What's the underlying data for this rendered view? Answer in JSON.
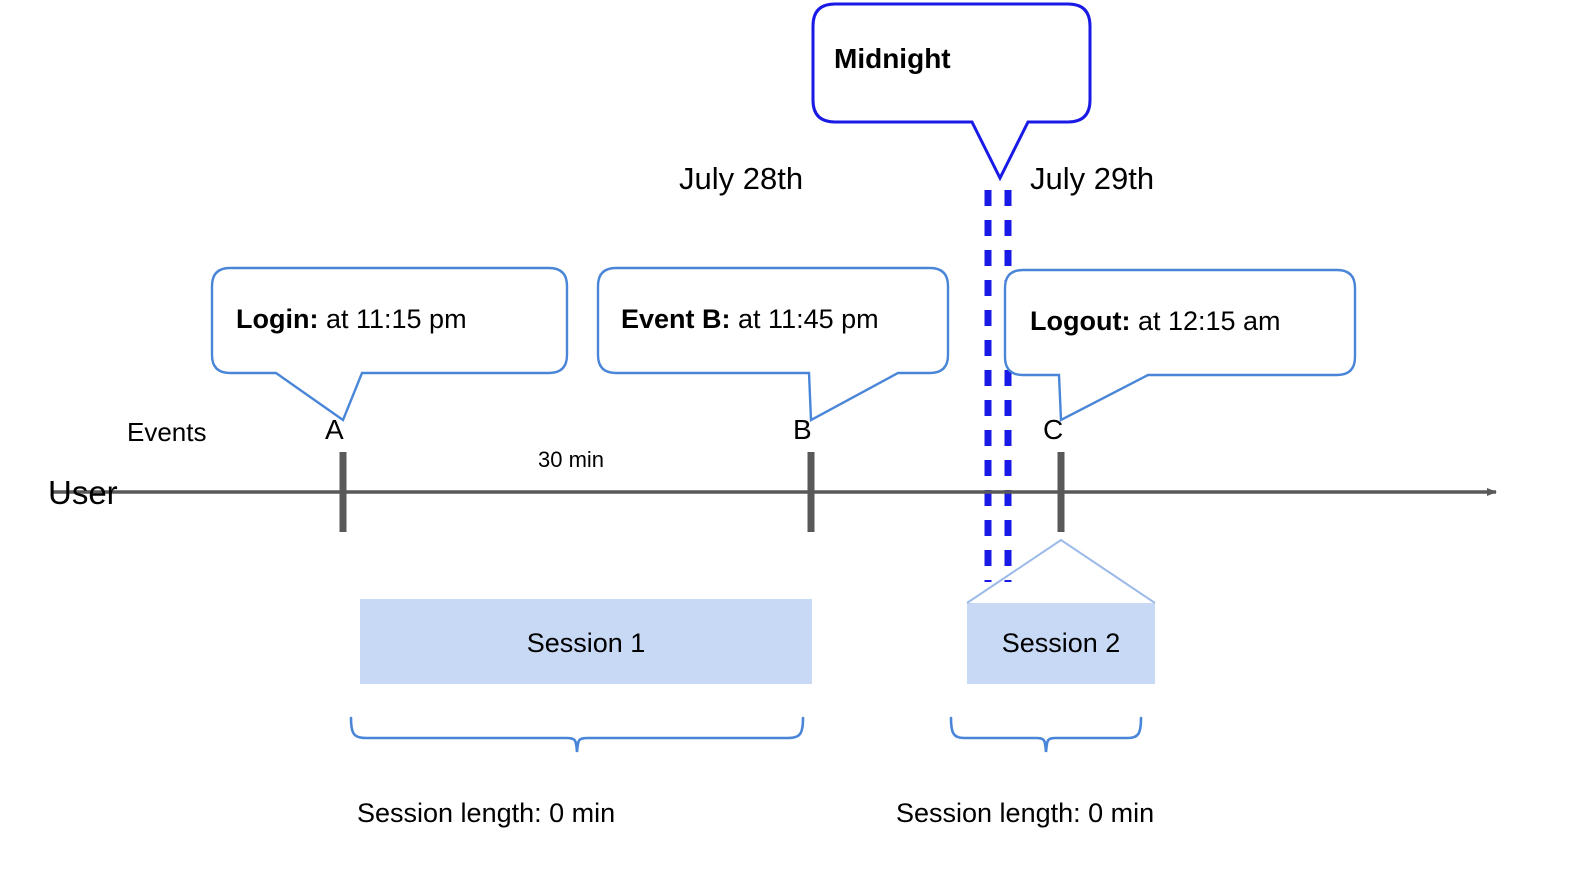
{
  "diagram": {
    "title_role": "user-session-timeline",
    "colors": {
      "callout_border": "#4a86d8",
      "midnight_border": "#1a1ae6",
      "midnight_dash": "#1a1ae6",
      "session_fill": "#c8d9f5",
      "session_outline": "#9dbbe8",
      "axis": "#666666",
      "tick": "#595959",
      "brace": "#4a86d8",
      "text": "#000000"
    }
  },
  "midnight_callout": {
    "label": "Midnight"
  },
  "dates": {
    "left": "July 28th",
    "right": "July 29th"
  },
  "callouts": [
    {
      "id": "login",
      "lead": "Login:",
      "detail": " at 11:15 pm"
    },
    {
      "id": "eventb",
      "lead": "Event B:",
      "detail": " at 11:45 pm"
    },
    {
      "id": "logout",
      "lead": "Logout:",
      "detail": " at 12:15 am"
    }
  ],
  "axis": {
    "row_label": "User",
    "events_label": "Events",
    "markers": [
      {
        "id": "a",
        "label": "A"
      },
      {
        "id": "b",
        "label": "B"
      },
      {
        "id": "c",
        "label": "C"
      }
    ],
    "gap_label": "30 min"
  },
  "sessions": [
    {
      "id": "session-1",
      "label": "Session 1",
      "length_label": "Session length: 0 min"
    },
    {
      "id": "session-2",
      "label": "Session 2",
      "length_label": "Session length: 0 min"
    }
  ]
}
